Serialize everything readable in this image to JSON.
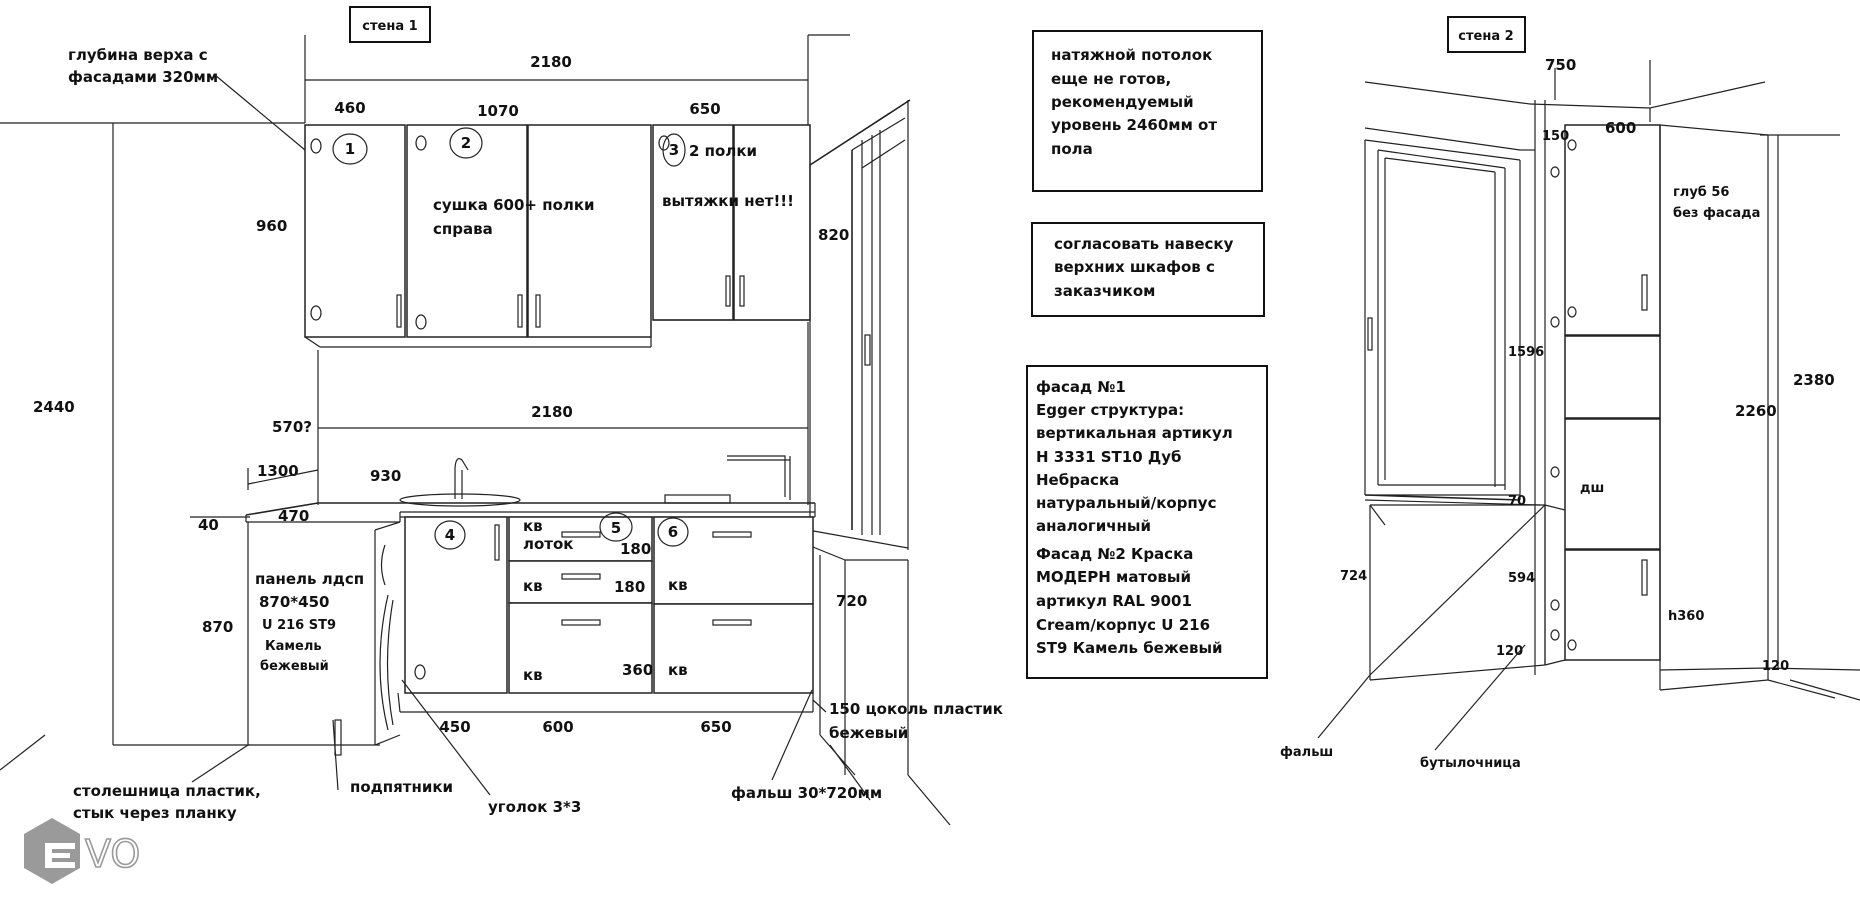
{
  "walls": {
    "wall1": "стена 1",
    "wall2": "стена 2"
  },
  "wall1": {
    "dims": {
      "total_top": "2180",
      "d460": "460",
      "d1070": "1070",
      "d650_top": "650",
      "h960": "960",
      "h820": "820",
      "h2440": "2440",
      "h570": "570?",
      "mid_2180": "2180",
      "d1300": "1300",
      "d930": "930",
      "d40": "40",
      "d470": "470",
      "h870": "870",
      "h720": "720",
      "d180a": "180",
      "d180b": "180",
      "d360": "360",
      "b450": "450",
      "b600": "600",
      "b650": "650"
    },
    "notes": {
      "depth_line1": "глубина верха с",
      "depth_line2": "фасадами 320мм",
      "dryer_line1": "сушка 600+ полки",
      "dryer_line2": "справа",
      "two_shelves": "2 полки",
      "no_hood": "вытяжки нет!!!",
      "panel_l1": "панель лдсп",
      "panel_l2": "870*450",
      "panel_l3": "U 216 ST9",
      "panel_l4": "Камель",
      "panel_l5": "бежевый",
      "kv": "кв",
      "lotok": "лоток",
      "plinth_l1": "150 цоколь пластик",
      "plinth_l2": "бежевый",
      "worktop_l1": "столешница пластик,",
      "worktop_l2": "стык через планку",
      "feet": "подпятники",
      "corner": "уголок 3*3",
      "filler": "фальш 30*720мм"
    },
    "markers": [
      "1",
      "2",
      "3",
      "4",
      "5",
      "6"
    ]
  },
  "info_boxes": {
    "ceiling": [
      "натяжной потолок",
      "еще не готов,",
      "рекомендуемый",
      "уровень 2460мм от",
      "пола"
    ],
    "agree": [
      "согласовать навеску",
      "верхних шкафов с",
      "заказчиком"
    ],
    "facade": [
      "фасад №1",
      "Egger структура:",
      "вертикальная артикул",
      "H 3331 ST10 Дуб",
      "Небраска",
      "натуральный/корпус",
      "аналогичный",
      "Фасад №2 Краска",
      "МОДЕРН матовый",
      "артикул RAL 9001",
      "Cream/корпус U 216",
      "ST9 Камель бежевый"
    ]
  },
  "wall2": {
    "dims": {
      "d750": "750",
      "d150": "150",
      "d600": "600",
      "h1596": "1596",
      "h2260": "2260",
      "h2380": "2380",
      "h724": "724",
      "h594": "594",
      "d70": "70",
      "d120a": "120",
      "d120b": "120"
    },
    "notes": {
      "depth_l1": "глуб 56",
      "depth_l2": "без фасада",
      "dw": "дш",
      "h360": "h360",
      "filler": "фальш",
      "bottle": "бутылочница"
    }
  },
  "logo": {
    "text": "VO",
    "color": "#9a9a9a"
  }
}
